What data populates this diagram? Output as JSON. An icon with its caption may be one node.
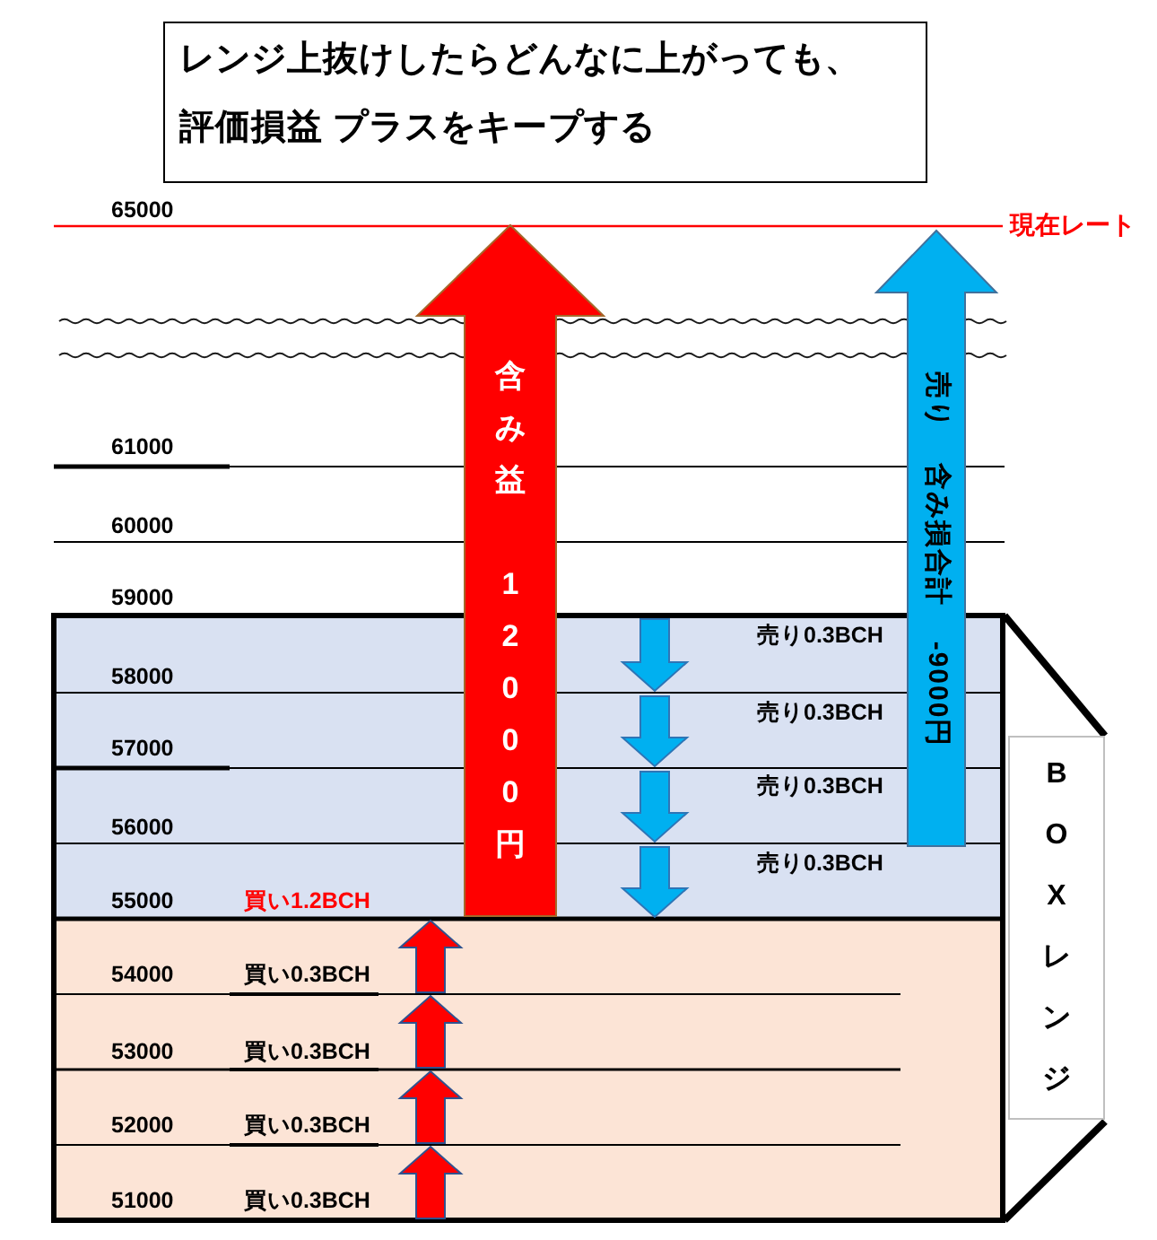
{
  "diagram": {
    "nodes": [
      {
        "text": [
          "レンジ上抜けしたらどんなに上がっても、評価損益 プラスをキープする"
        ]
      },
      {
        "text": [
          "含み益 12000円"
        ]
      },
      {
        "text": [
          "売り 含み損合計 -9000円"
        ]
      },
      {
        "text": [
          "BOXレンジ"
        ]
      }
    ],
    "labels": [
      "65000",
      "現在レート",
      "61000",
      "60000",
      "59000",
      "売り0.3BCH",
      "58000",
      "売り0.3BCH",
      "57000",
      "売り0.3BCH",
      "56000",
      "売り0.3BCH",
      "55000",
      "買い1.2BCH",
      "54000",
      "買い0.3BCH",
      "53000",
      "買い0.3BCH",
      "52000",
      "買い0.3BCH",
      "51000",
      "買い0.3BCH"
    ]
  }
}
